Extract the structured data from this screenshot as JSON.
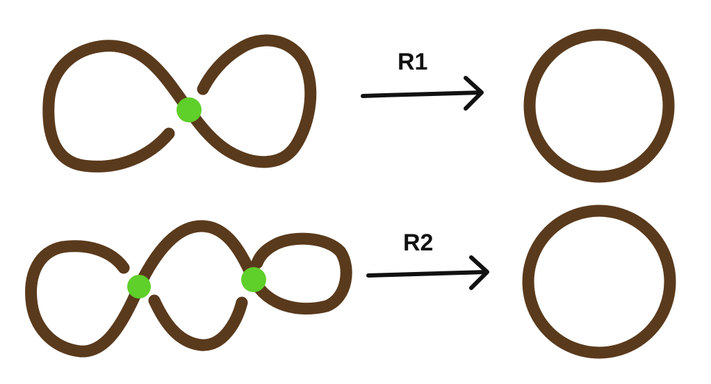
{
  "moves": [
    {
      "label": "R1",
      "crossings_before": 1,
      "crossings_after": 0
    },
    {
      "label": "R2",
      "crossings_before": 2,
      "crossings_after": 0
    }
  ],
  "colors": {
    "rope": "#5a3a1c",
    "crossing": "#5fcf2a",
    "arrow": "#111111"
  }
}
